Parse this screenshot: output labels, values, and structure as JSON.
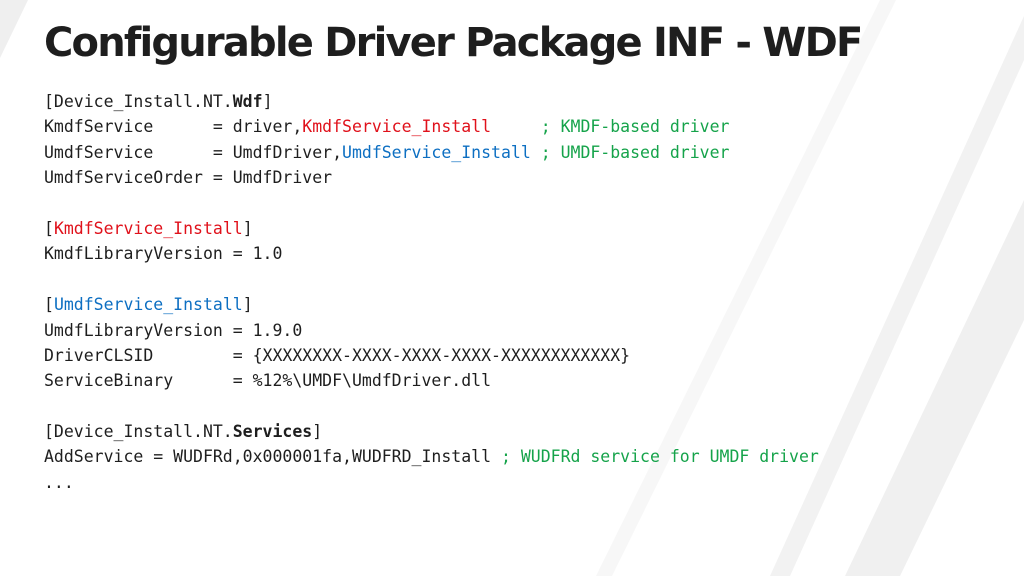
{
  "slide": {
    "title": "Configurable Driver Package INF - WDF"
  },
  "code_lines": [
    [
      {
        "t": "[Device_Install.NT."
      },
      {
        "t": "Wdf",
        "s": "bold"
      },
      {
        "t": "]"
      }
    ],
    [
      {
        "t": "KmdfService      = driver,"
      },
      {
        "t": "KmdfService_Install",
        "s": "red"
      },
      {
        "t": "     "
      },
      {
        "t": "; KMDF-based driver",
        "s": "green"
      }
    ],
    [
      {
        "t": "UmdfService      = UmdfDriver,"
      },
      {
        "t": "UmdfService_Install",
        "s": "blue"
      },
      {
        "t": " "
      },
      {
        "t": "; UMDF-based driver",
        "s": "green"
      }
    ],
    [
      {
        "t": "UmdfServiceOrder = UmdfDriver"
      }
    ],
    [],
    [
      {
        "t": "["
      },
      {
        "t": "KmdfService_Install",
        "s": "red"
      },
      {
        "t": "]"
      }
    ],
    [
      {
        "t": "KmdfLibraryVersion = 1.0"
      }
    ],
    [],
    [
      {
        "t": "["
      },
      {
        "t": "UmdfService_Install",
        "s": "blue"
      },
      {
        "t": "]"
      }
    ],
    [
      {
        "t": "UmdfLibraryVersion = 1.9.0"
      }
    ],
    [
      {
        "t": "DriverCLSID        = {XXXXXXXX-XXXX-XXXX-XXXX-XXXXXXXXXXXX}"
      }
    ],
    [
      {
        "t": "ServiceBinary      = %12%\\UMDF\\UmdfDriver.dll"
      }
    ],
    [],
    [
      {
        "t": "[Device_Install.NT."
      },
      {
        "t": "Services",
        "s": "bold"
      },
      {
        "t": "]"
      }
    ],
    [
      {
        "t": "AddService = WUDFRd,0x000001fa,WUDFRD_Install "
      },
      {
        "t": "; WUDFRd service for UMDF driver",
        "s": "green"
      }
    ],
    [
      {
        "t": "..."
      }
    ]
  ],
  "colors": {
    "text": "#1e1e1e",
    "kmdf_section": "#e0111b",
    "umdf_section": "#0d6fc2",
    "comment": "#15a34a",
    "background": "#ffffff",
    "stripe": "#eeeeee"
  }
}
